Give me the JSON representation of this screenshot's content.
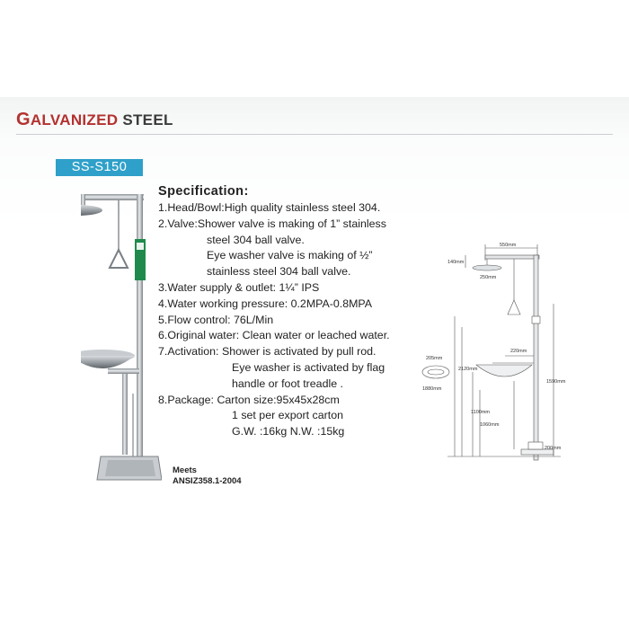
{
  "header": {
    "title_part1": "Galvanized",
    "title_part2": "STEEL"
  },
  "product": {
    "model": "SS-S150"
  },
  "spec": {
    "heading": "Specification:",
    "lines": [
      "1.Head/Bowl:High quality stainless steel 304.",
      "2.Valve:Shower valve is making of 1” stainless",
      "steel 304 ball valve.",
      "Eye washer valve is making of ½”",
      "stainless steel 304 ball valve.",
      "3.Water supply & outlet: 1¼” IPS",
      "4.Water working pressure: 0.2MPA-0.8MPA",
      "5.Flow control: 76L/Min",
      "6.Original water: Clean water or leached water.",
      "7.Activation:  Shower is activated by pull rod.",
      "Eye washer is activated by flag",
      "handle or foot treadle .",
      "8.Package:   Carton size:95x45x28cm",
      "1 set per export carton",
      "G.W. :16kg      N.W. :15kg"
    ]
  },
  "certification": {
    "label": "Meets",
    "standard": "ANSIZ358.1-2004"
  },
  "dimensions": {
    "top_width": "550mm",
    "head_height": "140mm",
    "head_diameter": "250mm",
    "bowl_diameter": "205mm",
    "bowl_arm": "220mm",
    "total_height": "2120mm",
    "head_clearance": "1880mm",
    "pull_height": "1590mm",
    "bowl_height": "1100mm",
    "treadle_height": "1060mm",
    "base_width": "200mm"
  }
}
